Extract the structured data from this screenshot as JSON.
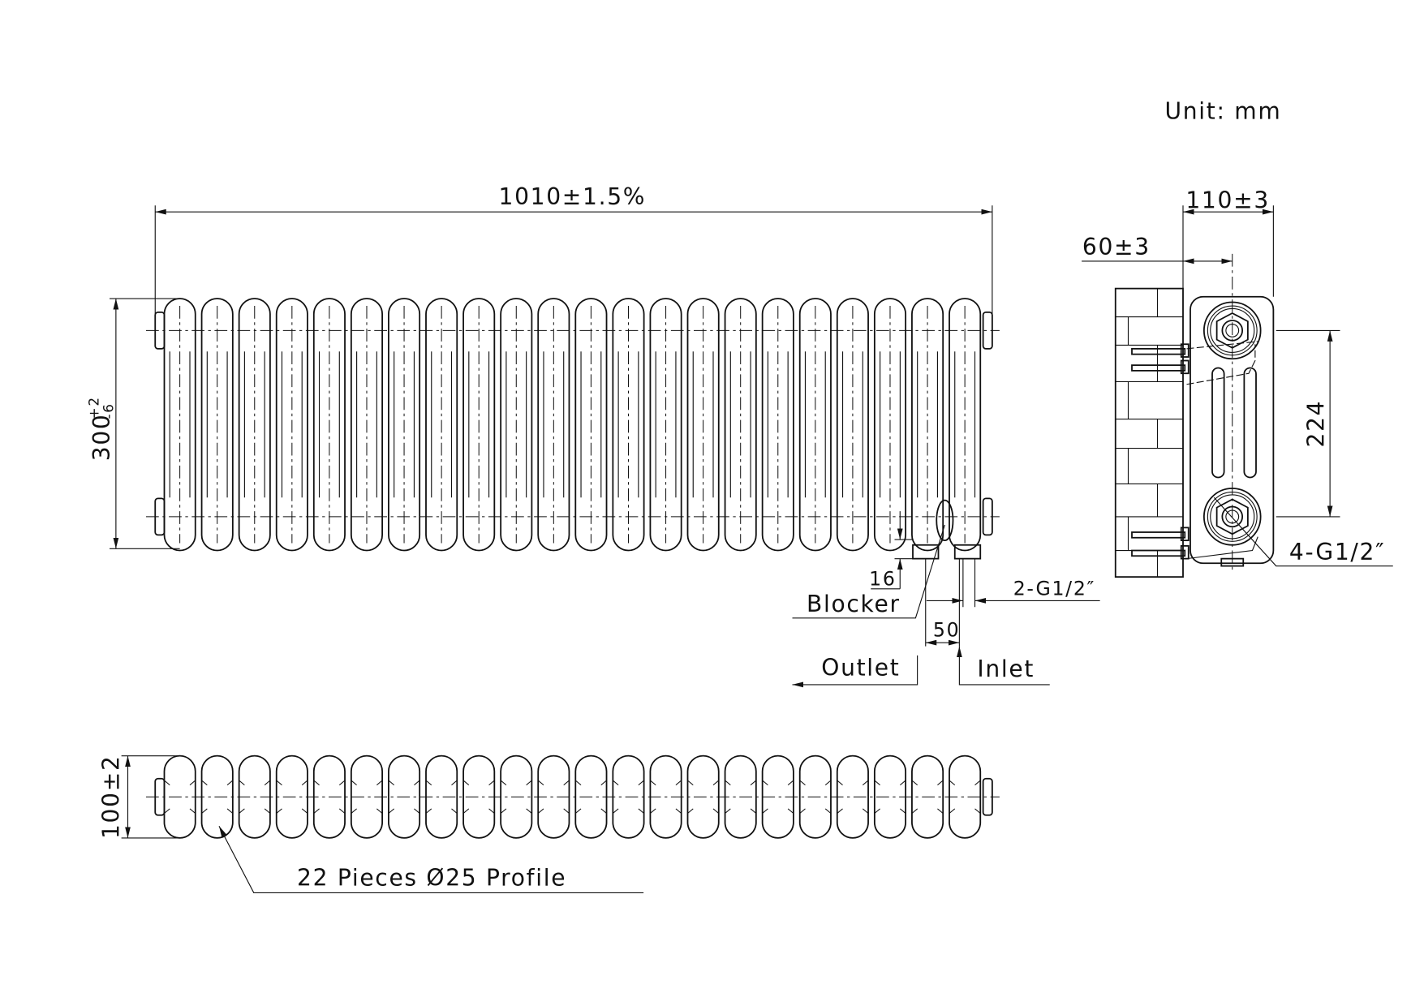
{
  "unit_label": "Unit: mm",
  "front_view": {
    "section_count": 22,
    "width_dim": "1010±1.5%",
    "height_dim": "300",
    "height_tol_plus": "+2",
    "height_tol_minus": "-6",
    "offset_dim": "16",
    "blocker_label": "Blocker",
    "connection_label": "2-G1/2″",
    "connection_spacing_dim": "50",
    "outlet_label": "Outlet",
    "inlet_label": "Inlet"
  },
  "side_view": {
    "depth_dim": "110±3",
    "wall_offset_dim": "60±3",
    "center_dim": "224",
    "port_label": "4-G1/2″"
  },
  "top_view": {
    "depth_dim": "100±2",
    "profile_label": "22 Pieces Ø25 Profile"
  }
}
